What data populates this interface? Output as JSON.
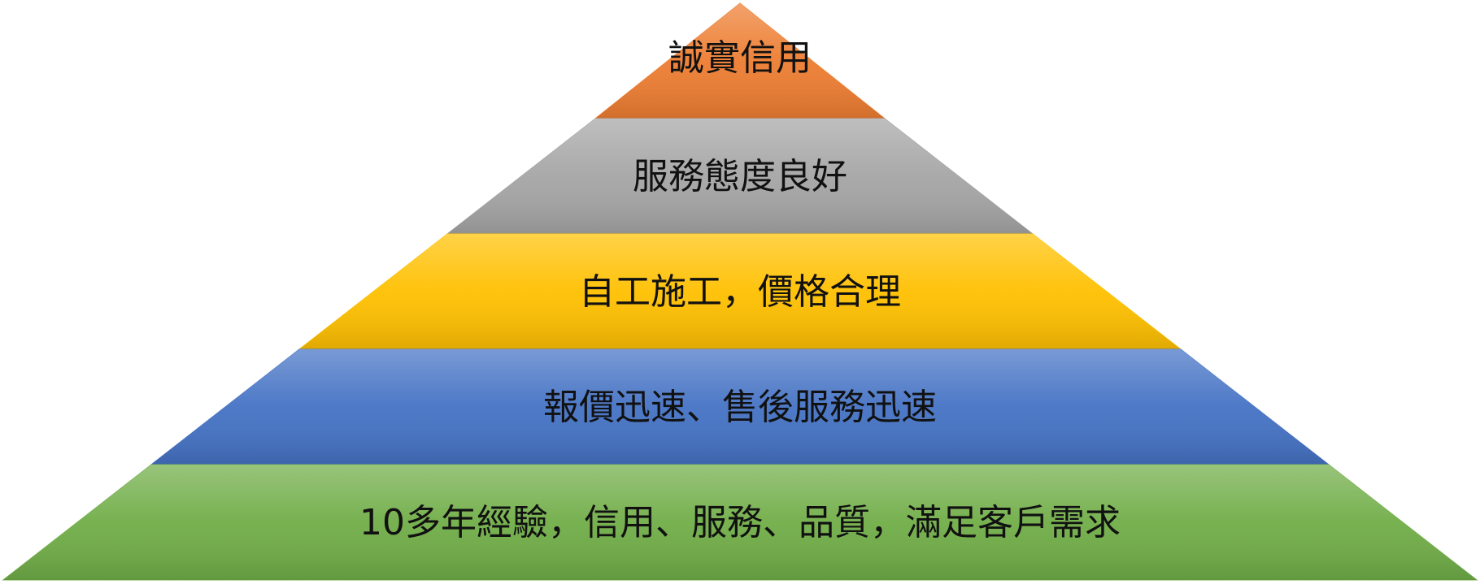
{
  "pyramid": {
    "tiers": [
      {
        "label": "誠實信用",
        "color": "#ED7D31"
      },
      {
        "label": "服務態度良好",
        "color": "#A5A5A5"
      },
      {
        "label": "自工施工，價格合理",
        "color": "#FFC000"
      },
      {
        "label": "報價迅速、售後服務迅速",
        "color": "#4472C4"
      },
      {
        "label": "10多年經驗，信用、服務、品質，滿足客戶需求",
        "color": "#70AD47"
      }
    ]
  }
}
